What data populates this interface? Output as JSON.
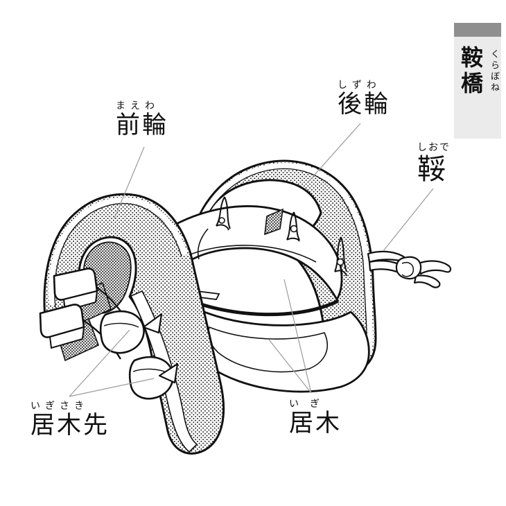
{
  "banner": {
    "title": "鞍橋",
    "furigana": "くらぼね"
  },
  "labels": {
    "maewa": {
      "text": "前輪",
      "furigana": "まえわ"
    },
    "shizuwa": {
      "text": "後輪",
      "furigana": "しずわ"
    },
    "shiode": {
      "text": "鞖",
      "furigana": "しおで"
    },
    "igisaki": {
      "text": "居木先",
      "furigana": "いぎさき"
    },
    "igi": {
      "text": "居木",
      "furigana": "いぎ"
    }
  },
  "illustration": {
    "name": "kurabone-saddle-frame-line-drawing"
  },
  "colors": {
    "banner_header": "#8f8f8f",
    "banner_body": "#ebebeb",
    "line": "#111111",
    "leader": "#9a9a9a",
    "background": "#ffffff"
  }
}
